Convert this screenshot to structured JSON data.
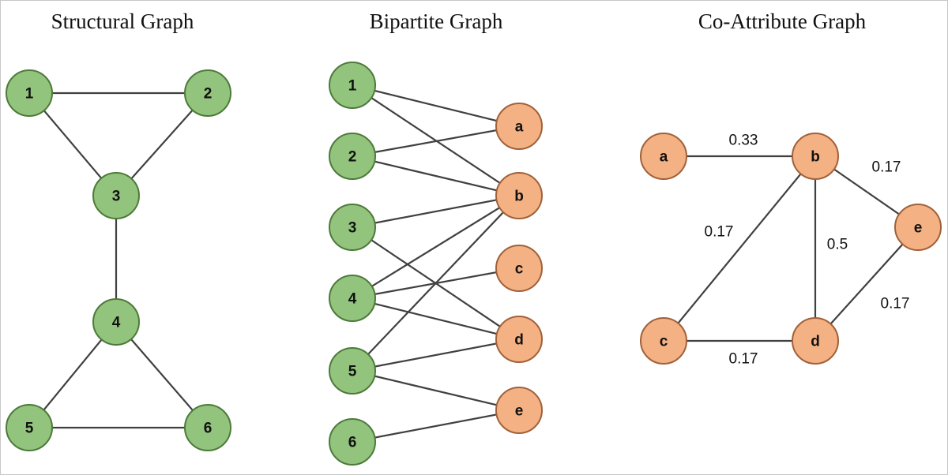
{
  "panels": [
    {
      "id": "structural",
      "title": "Structural Graph",
      "nodes": [
        {
          "id": "1",
          "label": "1",
          "kind": "green"
        },
        {
          "id": "2",
          "label": "2",
          "kind": "green"
        },
        {
          "id": "3",
          "label": "3",
          "kind": "green"
        },
        {
          "id": "4",
          "label": "4",
          "kind": "green"
        },
        {
          "id": "5",
          "label": "5",
          "kind": "green"
        },
        {
          "id": "6",
          "label": "6",
          "kind": "green"
        }
      ],
      "edges": [
        [
          "1",
          "2"
        ],
        [
          "1",
          "3"
        ],
        [
          "2",
          "3"
        ],
        [
          "3",
          "4"
        ],
        [
          "4",
          "5"
        ],
        [
          "4",
          "6"
        ],
        [
          "5",
          "6"
        ]
      ]
    },
    {
      "id": "bipartite",
      "title": "Bipartite Graph",
      "nodes": [
        {
          "id": "1",
          "label": "1",
          "kind": "green"
        },
        {
          "id": "2",
          "label": "2",
          "kind": "green"
        },
        {
          "id": "3",
          "label": "3",
          "kind": "green"
        },
        {
          "id": "4",
          "label": "4",
          "kind": "green"
        },
        {
          "id": "5",
          "label": "5",
          "kind": "green"
        },
        {
          "id": "6",
          "label": "6",
          "kind": "green"
        },
        {
          "id": "a",
          "label": "a",
          "kind": "orange"
        },
        {
          "id": "b",
          "label": "b",
          "kind": "orange"
        },
        {
          "id": "c",
          "label": "c",
          "kind": "orange"
        },
        {
          "id": "d",
          "label": "d",
          "kind": "orange"
        },
        {
          "id": "e",
          "label": "e",
          "kind": "orange"
        }
      ],
      "edges": [
        [
          "1",
          "a"
        ],
        [
          "1",
          "b"
        ],
        [
          "2",
          "a"
        ],
        [
          "2",
          "b"
        ],
        [
          "3",
          "b"
        ],
        [
          "3",
          "d"
        ],
        [
          "4",
          "b"
        ],
        [
          "4",
          "c"
        ],
        [
          "4",
          "d"
        ],
        [
          "5",
          "b"
        ],
        [
          "5",
          "d"
        ],
        [
          "5",
          "e"
        ],
        [
          "6",
          "e"
        ]
      ]
    },
    {
      "id": "coattribute",
      "title": "Co-Attribute Graph",
      "nodes": [
        {
          "id": "a",
          "label": "a",
          "kind": "orange"
        },
        {
          "id": "b",
          "label": "b",
          "kind": "orange"
        },
        {
          "id": "c",
          "label": "c",
          "kind": "orange"
        },
        {
          "id": "d",
          "label": "d",
          "kind": "orange"
        },
        {
          "id": "e",
          "label": "e",
          "kind": "orange"
        }
      ],
      "edges": [
        {
          "from": "a",
          "to": "b",
          "weight": "0.33"
        },
        {
          "from": "b",
          "to": "e",
          "weight": "0.17"
        },
        {
          "from": "b",
          "to": "c",
          "weight": "0.17"
        },
        {
          "from": "b",
          "to": "d",
          "weight": "0.5"
        },
        {
          "from": "e",
          "to": "d",
          "weight": "0.17"
        },
        {
          "from": "c",
          "to": "d",
          "weight": "0.17"
        }
      ]
    }
  ],
  "colors": {
    "green_fill": "#93c47d",
    "orange_fill": "#f4b183",
    "edge": "#404040"
  }
}
